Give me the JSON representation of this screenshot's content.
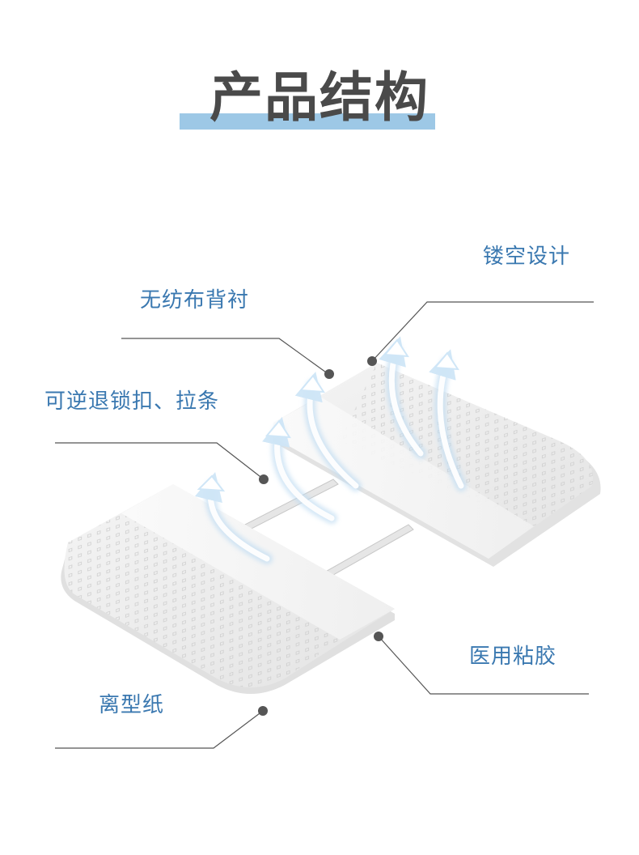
{
  "title": "产品结构",
  "labels": {
    "hollow_design": "镂空设计",
    "nonwoven_backing": "无纺布背衬",
    "reversible_lock_strip": "可逆退锁扣、拉条",
    "medical_adhesive": "医用粘胶",
    "release_paper": "离型纸"
  },
  "colors": {
    "title_text": "#4a4a4a",
    "title_bar": "#9dc8e6",
    "label_text": "#3a78b0",
    "leader_line": "#555555",
    "dot": "#555555",
    "panel": "#efefef",
    "arrow": "#d2e8f8"
  }
}
